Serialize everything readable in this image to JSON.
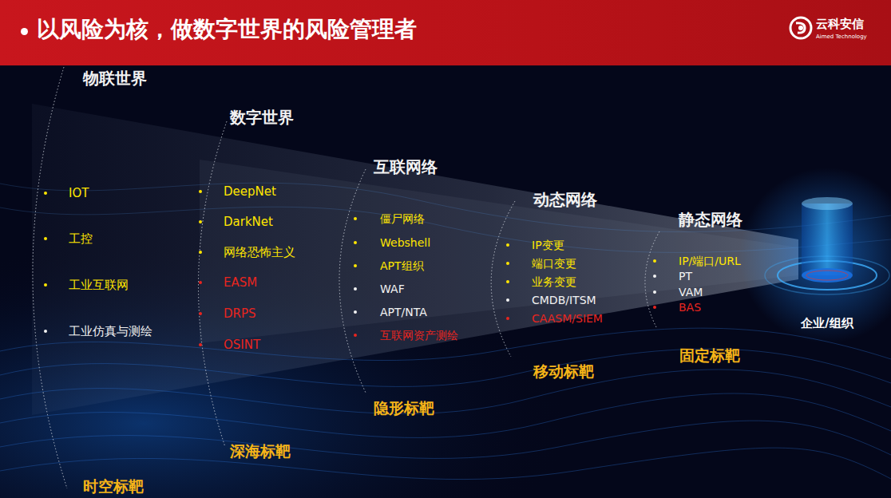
{
  "diagram": {
    "title": "以风险为核，做数字世界的风险管理者",
    "nodes": [
      {
        "text": [
          "物联世界",
          "IOT",
          "工控",
          "工业互联网",
          "工业仿真与测绘",
          "时空标靶"
        ]
      },
      {
        "text": [
          "数字世界",
          "DeepNet",
          "DarkNet",
          "网络恐怖主义",
          "EASM",
          "DRPS",
          "OSINT",
          "深海标靶"
        ]
      },
      {
        "text": [
          "互联网络",
          "僵尸网络",
          "Webshell",
          "APT组织",
          "WAF",
          "APT/NTA",
          "互联网资产测绘",
          "隐形标靶"
        ]
      },
      {
        "text": [
          "动态网络",
          "IP变更",
          "端口变更",
          "业务变更",
          "CMDB/ITSM",
          "CAASM/SIEM",
          "移动标靶"
        ]
      },
      {
        "text": [
          "静态网络",
          "IP/端口/URL",
          "PT",
          "VAM",
          "BAS",
          "固定标靶"
        ]
      },
      {
        "text": [
          "企业/组织"
        ]
      }
    ],
    "labels": [
      "云科安信",
      "Aimed Technology"
    ]
  }
}
